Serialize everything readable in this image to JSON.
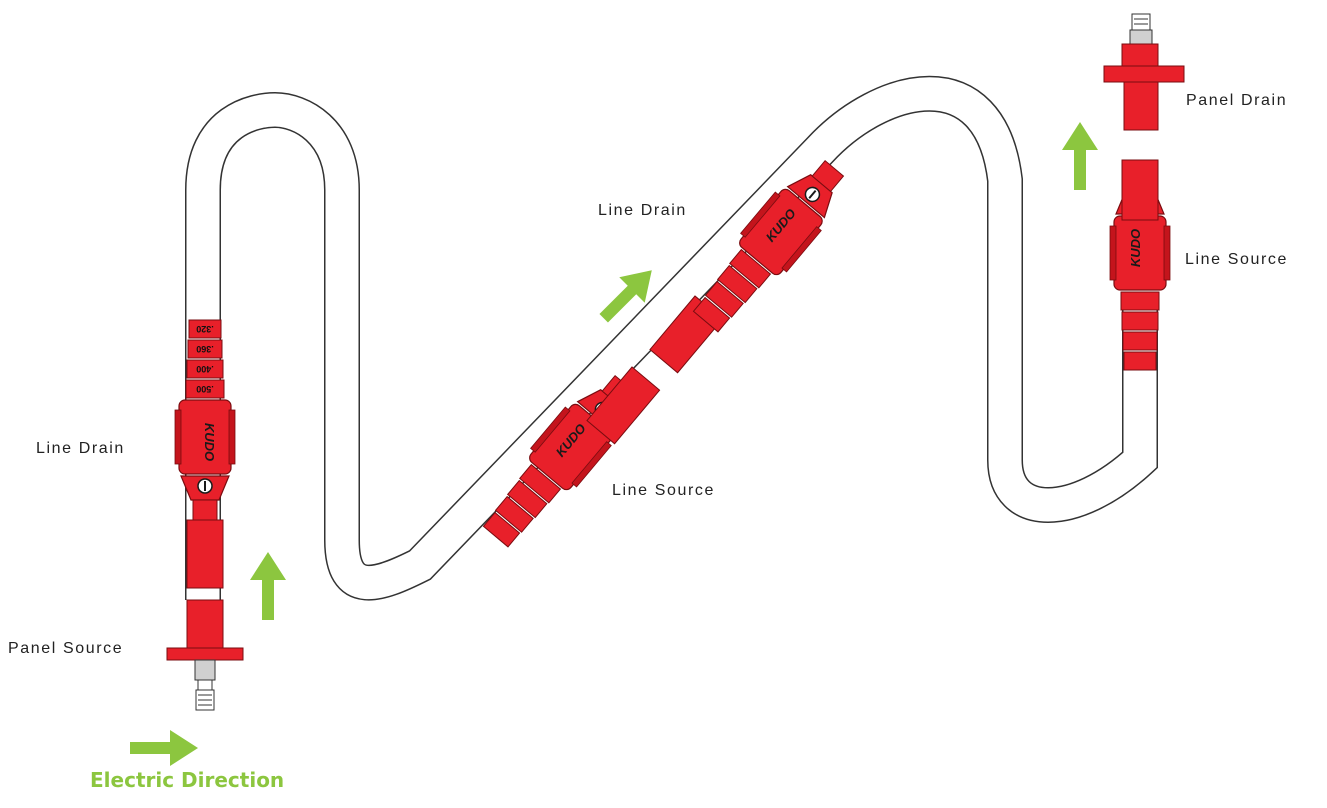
{
  "labels": {
    "panel_drain": "Panel Drain",
    "line_source_right": "Line Source",
    "line_drain_middle": "Line Drain",
    "line_source_middle": "Line Source",
    "line_drain_left": "Line Drain",
    "panel_source": "Panel Source"
  },
  "legend": {
    "text": "Electric Direction"
  },
  "connector": {
    "brand": "KUDO",
    "sizes": [
      ".320",
      ".360",
      ".400",
      ".500"
    ]
  },
  "colors": {
    "connector": "#e8202a",
    "arrow": "#8cc63f",
    "cable": "#333333",
    "label": "#222222"
  }
}
